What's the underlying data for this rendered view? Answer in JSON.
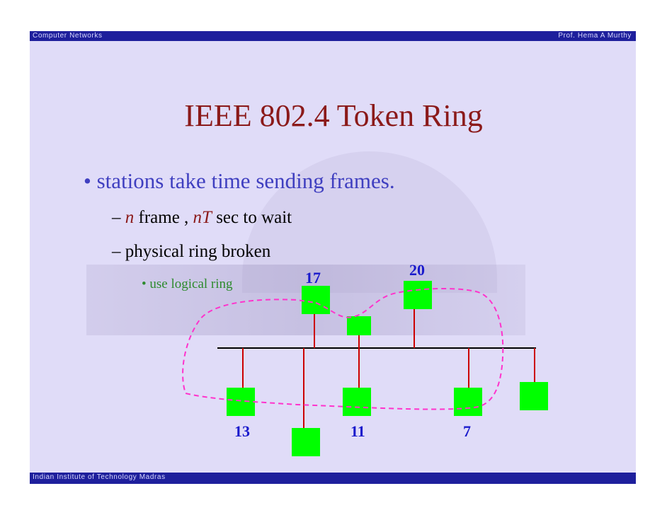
{
  "header": {
    "left": "Computer Networks",
    "right": "Prof. Hema A Murthy"
  },
  "footer": {
    "left": "Indian Institute of Technology Madras"
  },
  "slide": {
    "title": "IEEE 802.4 Token Ring",
    "bullet": "stations take time sending frames.",
    "bullet_marker": "•",
    "dash": "–",
    "sub1": {
      "n": "n",
      "frame": " frame , ",
      "nT": "nT",
      "rest": " sec to wait"
    },
    "sub2": "physical ring broken",
    "sub3": "use logical ring"
  },
  "diagram": {
    "labels": {
      "n17": "17",
      "n20": "20",
      "n13": "13",
      "n11": "11",
      "n7": "7"
    },
    "colors": {
      "station": "#00ff00",
      "bus": "#000000",
      "drop": "#cc0000",
      "ring": "#ff33cc",
      "label": "#1a1acc"
    }
  }
}
